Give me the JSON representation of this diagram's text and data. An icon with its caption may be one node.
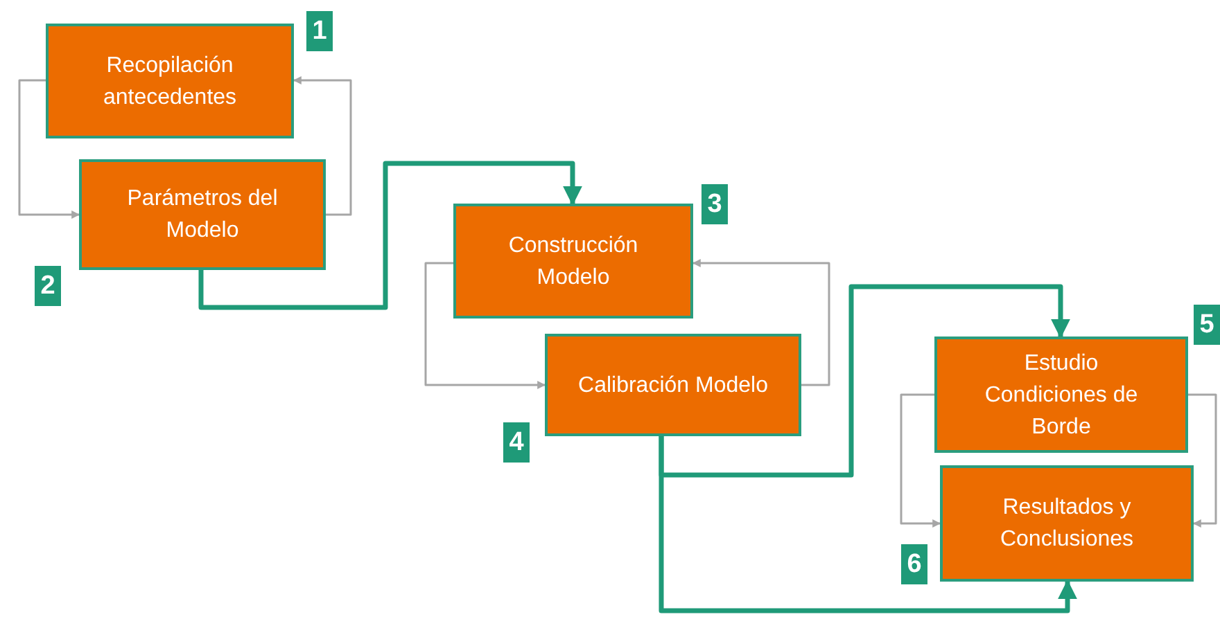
{
  "diagram": {
    "nodes": [
      {
        "text": [
          "Recopilación antecedentes"
        ],
        "beside": [
          "1"
        ]
      },
      {
        "text": [
          "Parámetros del Modelo"
        ],
        "beside": [
          "2"
        ]
      },
      {
        "text": [
          "Construcción Modelo"
        ],
        "beside": [
          "3"
        ]
      },
      {
        "text": [
          "Calibración Modelo"
        ],
        "beside": [
          "4"
        ]
      },
      {
        "text": [
          "Estudio Condiciones de Borde"
        ],
        "beside": [
          "5"
        ]
      },
      {
        "text": [
          "Resultados y Conclusiones"
        ],
        "beside": [
          "6"
        ]
      }
    ],
    "edges": [
      {
        "from": 0,
        "to": 1,
        "arrow": "to",
        "color": "#a6a6a6"
      },
      {
        "from": 1,
        "to": 0,
        "arrow": "to",
        "color": "#a6a6a6"
      },
      {
        "from": 1,
        "to": 2,
        "arrow": "to",
        "style": "thick",
        "color": "#1f9a78"
      },
      {
        "from": 2,
        "to": 3,
        "arrow": "to",
        "color": "#a6a6a6"
      },
      {
        "from": 3,
        "to": 2,
        "arrow": "to",
        "color": "#a6a6a6"
      },
      {
        "from": 3,
        "to": 5,
        "arrow": "to",
        "style": "thick",
        "color": "#1f9a78"
      },
      {
        "from": 3,
        "to": 4,
        "arrow": "to",
        "style": "thick",
        "color": "#1f9a78"
      },
      {
        "from": 4,
        "to": 5,
        "arrow": "to",
        "color": "#a6a6a6"
      },
      {
        "from": 4,
        "to": 5,
        "arrow": "to",
        "color": "#a6a6a6"
      }
    ]
  }
}
